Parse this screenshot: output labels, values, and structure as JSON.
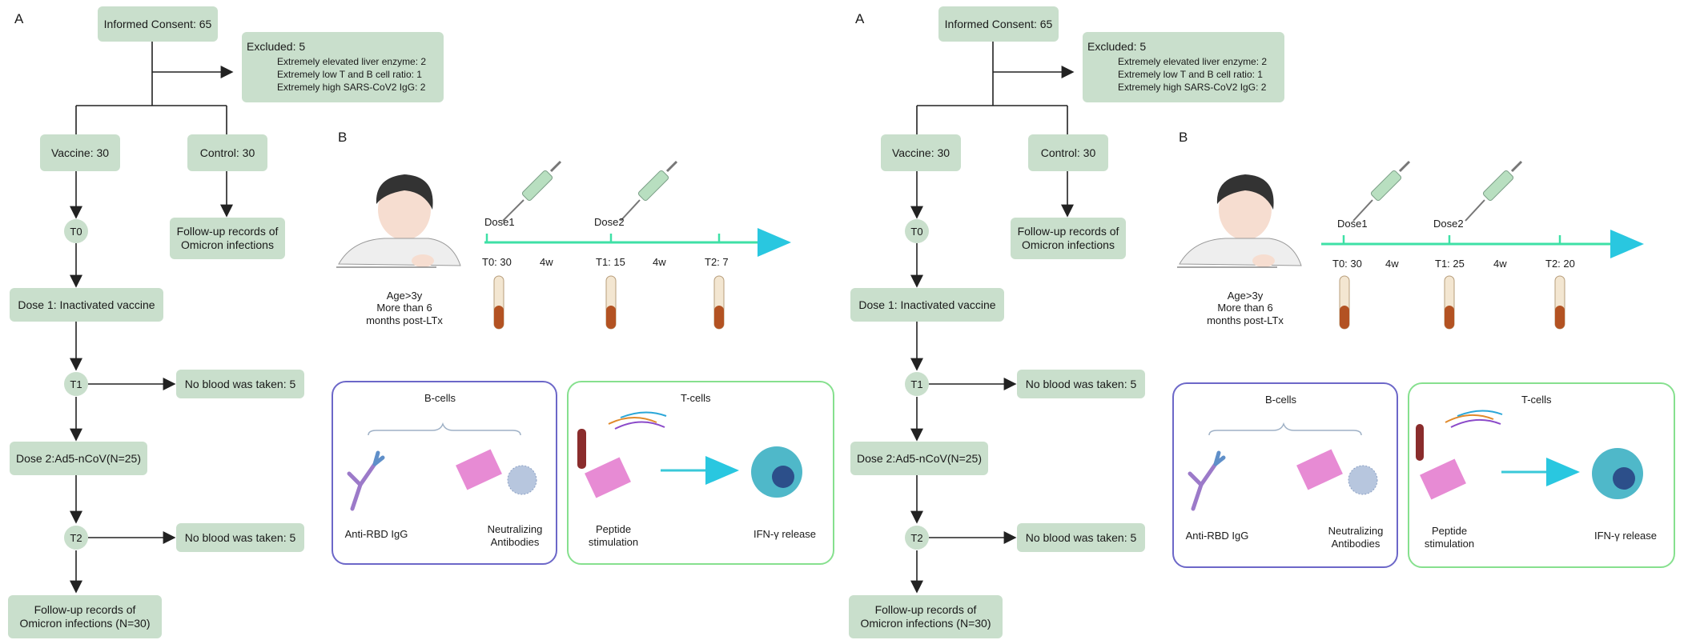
{
  "panels": [
    {
      "label_a": "A",
      "label_b": "B",
      "consent": "Informed Consent: 65",
      "excluded_title": "Excluded: 5",
      "excluded_lines": [
        "Extremely elevated liver enzyme: 2",
        "Extremely low  T and B cell ratio: 1",
        "Extremely high SARS-CoV2 IgG: 2"
      ],
      "vaccine": "Vaccine: 30",
      "control": "Control: 30",
      "followup_control": "Follow-up records of Omicron infections",
      "t0": "T0",
      "dose1": "Dose 1: Inactivated vaccine",
      "t1": "T1",
      "no_blood_1": "No blood was taken: 5",
      "dose2": "Dose 2:Ad5-nCoV(N=25)",
      "t2": "T2",
      "no_blood_2": "No blood was taken: 5",
      "followup_final": "Follow-up records of Omicron infections (N=30)",
      "age": "Age>3y",
      "post_ltx": "More than 6 months post-LTx",
      "dose1_lbl": "Dose1",
      "dose2_lbl": "Dose2",
      "tp0": "T0: 30",
      "tp1": "T1: 15",
      "tp2": "T2: 7",
      "interval": "4w",
      "bcells": "B-cells",
      "tcells": "T-cells",
      "anti_rbd": "Anti-RBD IgG",
      "neutralizing": "Neutralizing Antibodies",
      "peptide": "Peptide stimulation",
      "ifn": "IFN-γ release"
    },
    {
      "label_a": "A",
      "label_b": "B",
      "consent": "Informed Consent: 65",
      "excluded_title": "Excluded: 5",
      "excluded_lines": [
        "Extremely elevated liver enzyme: 2",
        "Extremely low  T and B cell ratio: 1",
        "Extremely high SARS-CoV2 IgG: 2"
      ],
      "vaccine": "Vaccine: 30",
      "control": "Control: 30",
      "followup_control": "Follow-up records of Omicron infections",
      "t0": "T0",
      "dose1": "Dose 1: Inactivated vaccine",
      "t1": "T1",
      "no_blood_1": "No blood was taken: 5",
      "dose2": "Dose 2:Ad5-nCoV(N=25)",
      "t2": "T2",
      "no_blood_2": "No blood was taken: 5",
      "followup_final": "Follow-up records of Omicron infections (N=30)",
      "age": "Age>3y",
      "post_ltx": "More than 6 months post-LTx",
      "dose1_lbl": "Dose1",
      "dose2_lbl": "Dose2",
      "tp0": "T0: 30",
      "tp1": "T1: 25",
      "tp2": "T2: 20",
      "interval": "4w",
      "bcells": "B-cells",
      "tcells": "T-cells",
      "anti_rbd": "Anti-RBD IgG",
      "neutralizing": "Neutralizing Antibodies",
      "peptide": "Peptide stimulation",
      "ifn": "IFN-γ release"
    }
  ]
}
